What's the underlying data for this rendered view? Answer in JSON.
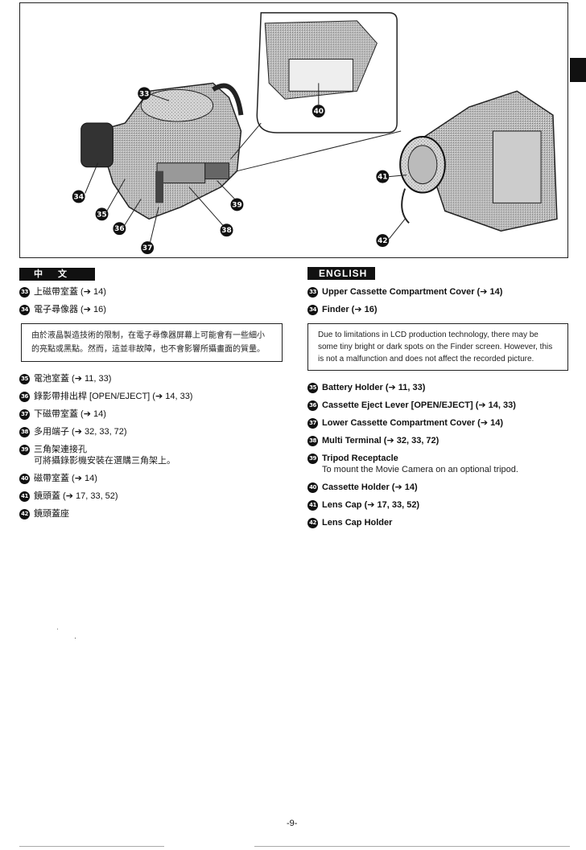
{
  "figure": {
    "callouts": [
      "33",
      "34",
      "35",
      "36",
      "37",
      "38",
      "39",
      "40",
      "41",
      "42"
    ]
  },
  "chinese": {
    "heading": "中 文",
    "items_top": [
      {
        "num": "33",
        "label": "上磁帶室蓋 (➔ 14)"
      },
      {
        "num": "34",
        "label": "電子尋像器 (➔ 16)"
      }
    ],
    "note": "由於液晶製造技術的限制，在電子尋像器屏幕上可能會有一些細小的亮點或黑點。然而，這並非故障，也不會影響所攝畫面的質量。",
    "items": [
      {
        "num": "35",
        "label": "電池室蓋 (➔ 11, 33)"
      },
      {
        "num": "36",
        "label": "錄影帶排出桿 [OPEN/EJECT] (➔ 14, 33)"
      },
      {
        "num": "37",
        "label": "下磁帶室蓋 (➔ 14)"
      },
      {
        "num": "38",
        "label": "多用端子 (➔ 32, 33, 72)"
      },
      {
        "num": "39",
        "label": "三角架連接孔",
        "sub": "可將攝錄影機安裝在選購三角架上。"
      },
      {
        "num": "40",
        "label": "磁帶室蓋 (➔ 14)"
      },
      {
        "num": "41",
        "label": "鏡頭蓋 (➔ 17, 33, 52)"
      },
      {
        "num": "42",
        "label": "鏡頭蓋座"
      }
    ]
  },
  "english": {
    "heading": "ENGLISH",
    "items_top": [
      {
        "num": "33",
        "label": "Upper Cassette Compartment Cover (➔ 14)"
      },
      {
        "num": "34",
        "label": "Finder (➔ 16)"
      }
    ],
    "note": "Due to limitations in LCD production technology, there may be some tiny bright or dark spots on the Finder screen. However, this is not a malfunction and does not affect the recorded picture.",
    "items": [
      {
        "num": "35",
        "label": "Battery Holder (➔ 11, 33)"
      },
      {
        "num": "36",
        "label": "Cassette Eject Lever [OPEN/EJECT] (➔ 14, 33)"
      },
      {
        "num": "37",
        "label": "Lower Cassette Compartment Cover (➔ 14)"
      },
      {
        "num": "38",
        "label": "Multi Terminal (➔ 32, 33, 72)"
      },
      {
        "num": "39",
        "label": "Tripod Receptacle",
        "sub": "To mount the Movie Camera on an optional tripod."
      },
      {
        "num": "40",
        "label": "Cassette Holder (➔ 14)"
      },
      {
        "num": "41",
        "label": "Lens Cap (➔ 17, 33, 52)"
      },
      {
        "num": "42",
        "label": "Lens Cap Holder"
      }
    ]
  },
  "footer": {
    "page_number": "-9-"
  }
}
